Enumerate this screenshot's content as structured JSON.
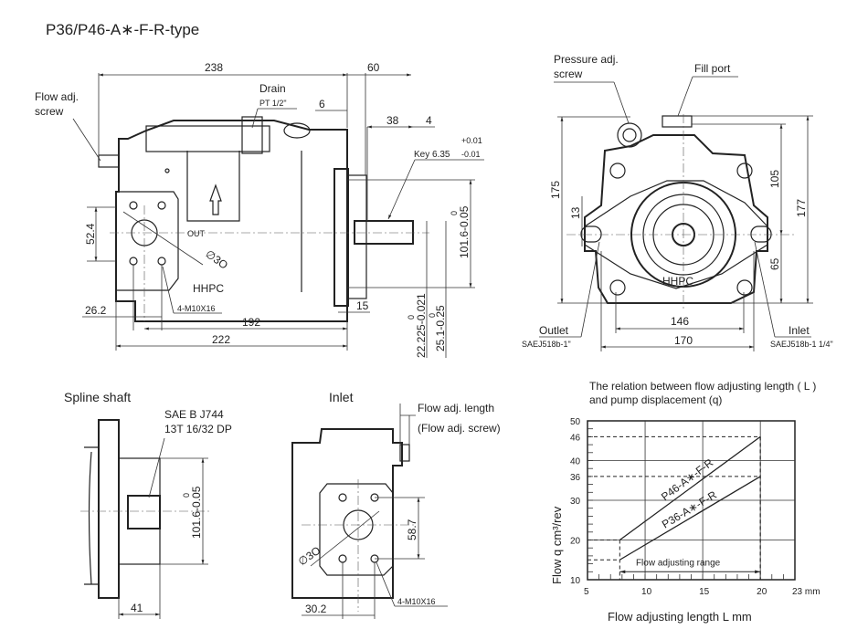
{
  "title": "P36/P46-A∗-F-R-type",
  "side_view": {
    "flow_adj_screw": [
      "Flow adj.",
      "screw"
    ],
    "drain": "Drain",
    "drain_thread": "PT 1/2\"",
    "dim_238": "238",
    "dim_60": "60",
    "dim_6": "6",
    "dim_38": "38",
    "dim_4": "4",
    "key_label": "Key 6.35",
    "key_tol_plus": "+0.01",
    "key_tol_minus": "-0.01",
    "dim_101": "101.6-0.05",
    "dim_101_upper": "0",
    "dim_52": "52.4",
    "out": "OUT",
    "phi30": "∅3O",
    "hhpc": "HHPC",
    "bolts": "4-M10X16",
    "dim_26": "26.2",
    "dim_192": "192",
    "dim_222": "222",
    "dim_15": "15",
    "dim_22": "22.225-0.021",
    "dim_22_upper": "0",
    "dim_25": "25.1-0.25",
    "dim_25_upper": "0"
  },
  "front_view": {
    "pressure_adj": [
      "Pressure adj.",
      "screw"
    ],
    "fill_port": "Fill port",
    "dim_175": "175",
    "dim_13": "13",
    "dim_105": "105",
    "dim_177": "177",
    "dim_65": "65",
    "hhpc": "HHPC",
    "dim_146": "146",
    "dim_170": "170",
    "outlet": "Outlet",
    "outlet_std": "SAEJ518b-1\"",
    "inlet": "Inlet",
    "inlet_std": "SAEJ518b-1 1/4\""
  },
  "spline": {
    "title": "Spline shaft",
    "std": "SAE B J744",
    "teeth": "13T 16/32 DP",
    "dim_101": "101.6-0.05",
    "dim_101_upper": "0",
    "dim_41": "41"
  },
  "inlet_view": {
    "title": "Inlet",
    "flow_adj_length": "Flow adj. length",
    "flow_adj_screw": "(Flow adj. screw)",
    "dim_58": "58.7",
    "phi30": "∅3O",
    "dim_30": "30.2",
    "bolts": "4-M10X16"
  },
  "chart_data": {
    "type": "line",
    "title": [
      "The relation between flow adjusting length ( L )",
      "and pump displacement (q)"
    ],
    "xlabel": "Flow adjusting length  L mm",
    "ylabel": "Flow  q  cm³/rev",
    "xlim": [
      5,
      23
    ],
    "ylim": [
      10,
      50
    ],
    "x_ticks": [
      "5",
      "10",
      "15",
      "20",
      "23 mm"
    ],
    "x_tick_values": [
      5,
      10,
      15,
      20,
      23
    ],
    "y_ticks": [
      "10",
      "20",
      "30",
      "36",
      "40",
      "46",
      "50"
    ],
    "y_tick_values": [
      10,
      20,
      30,
      36,
      40,
      46,
      50
    ],
    "grid": true,
    "range_label": "Flow adjusting range",
    "range": [
      7.8,
      20
    ],
    "series": [
      {
        "name": "P46-A∗-F-R",
        "x": [
          7.8,
          20
        ],
        "y": [
          20,
          46
        ]
      },
      {
        "name": "P36-A∗-F-R",
        "x": [
          7.8,
          20
        ],
        "y": [
          15,
          36
        ]
      }
    ]
  }
}
